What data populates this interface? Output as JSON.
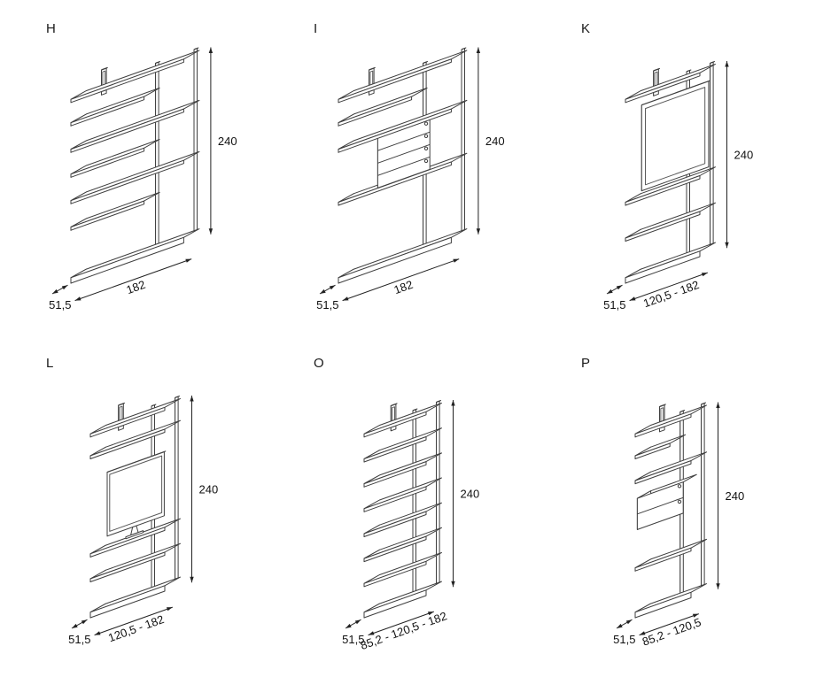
{
  "page": {
    "background": "#ffffff",
    "line_color": "#3f3f3f",
    "text_color": "#1a1a1a"
  },
  "units": [
    {
      "label": "H",
      "height": "240",
      "width": "182",
      "depth": "51,5"
    },
    {
      "label": "I",
      "height": "240",
      "width": "182",
      "depth": "51,5"
    },
    {
      "label": "K",
      "height": "240",
      "width": "120,5 - 182",
      "depth": "51,5"
    },
    {
      "label": "L",
      "height": "240",
      "width": "120,5 - 182",
      "depth": "51,5"
    },
    {
      "label": "O",
      "height": "240",
      "width": "85,2 - 120,5 - 182",
      "depth": "51,5"
    },
    {
      "label": "P",
      "height": "240",
      "width": "85,2 - 120,5",
      "depth": "51,5"
    }
  ]
}
